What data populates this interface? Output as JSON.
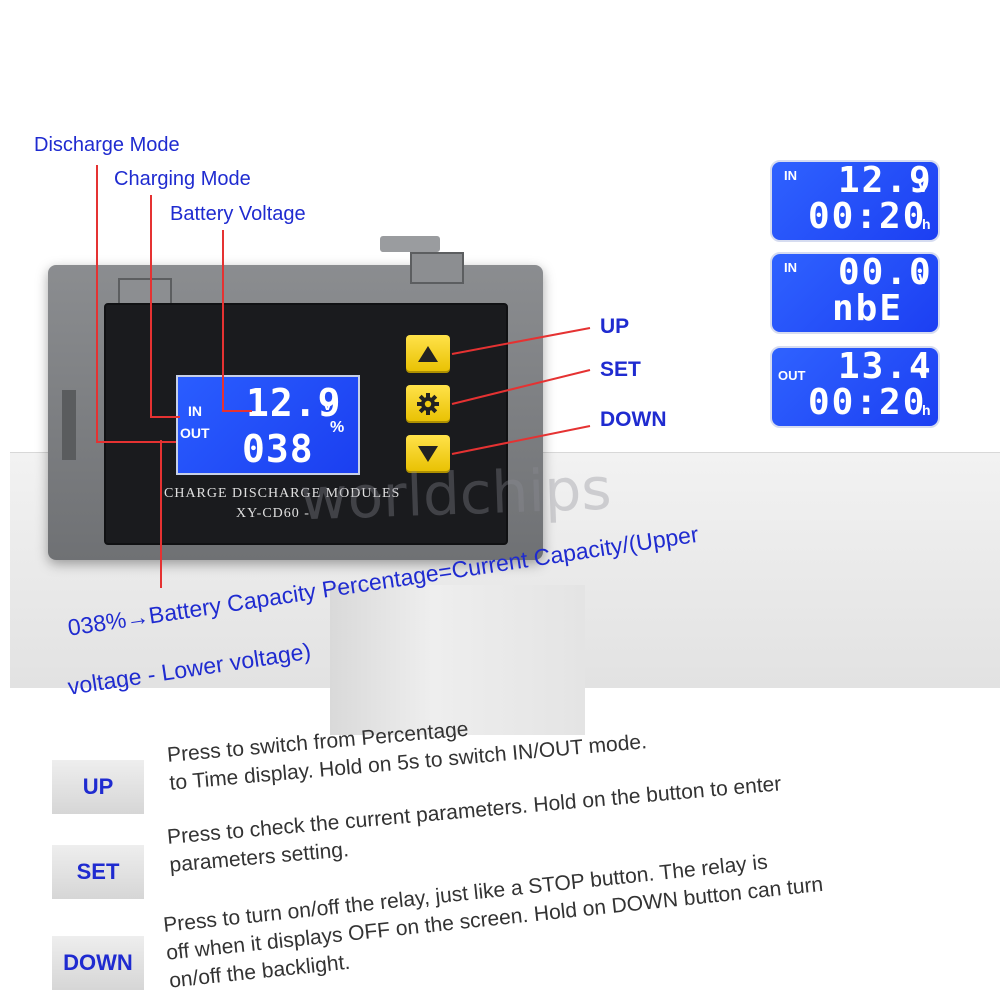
{
  "annotations": {
    "discharge_mode": "Discharge Mode",
    "charging_mode": "Charging Mode",
    "battery_voltage": "Battery Voltage",
    "up": "UP",
    "set": "SET",
    "down": "DOWN"
  },
  "device": {
    "lcd_in": "IN",
    "lcd_out": "OUT",
    "voltage": "12.9",
    "voltage_unit": "v",
    "percent": "038",
    "percent_unit": "%",
    "model_line1": "CHARGE DISCHARGE MODULES",
    "model_line2": "XY-CD60 -",
    "button_icons": [
      "up-triangle-icon",
      "gear-icon",
      "down-triangle-icon"
    ],
    "button_color": "#f5d20c"
  },
  "examples": [
    {
      "mode": "IN",
      "top": "12.9",
      "top_unit": "v",
      "bottom": "00:20",
      "bottom_unit": "h"
    },
    {
      "mode": "IN",
      "top": "00.0",
      "top_unit": "v",
      "bottom": "nbE",
      "bottom_unit": ""
    },
    {
      "mode": "OUT",
      "top": "13.4",
      "top_unit": "v",
      "bottom": "00:20",
      "bottom_unit": "h"
    }
  ],
  "formula": {
    "line1": "038%→Battery Capacity Percentage=Current Capacity/(Upper",
    "line2": "voltage - Lower voltage)"
  },
  "legend": [
    {
      "key": "UP",
      "lines": [
        "Press to switch from Percentage",
        "to Time display. Hold on 5s to switch IN/OUT mode."
      ]
    },
    {
      "key": "SET",
      "lines": [
        "Press to check the current parameters. Hold on the button to enter",
        "parameters setting."
      ]
    },
    {
      "key": "DOWN",
      "lines": [
        "Press to turn on/off the relay, just like a STOP button. The relay is",
        "off when it displays OFF on the screen. Hold on DOWN button can turn",
        "on/off the backlight."
      ]
    }
  ],
  "watermark": "worldchips",
  "colors": {
    "annotation_blue": "#1f2bd0",
    "callout_red": "#e53232",
    "lcd_blue": "#2a5dff"
  }
}
